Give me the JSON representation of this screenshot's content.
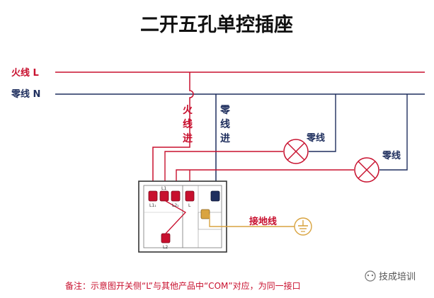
{
  "title": "二开五孔单控插座",
  "lines": {
    "live_label": "火线 L",
    "neutral_label": "零线 N"
  },
  "feeds": {
    "live_in": [
      "火",
      "线",
      "进"
    ],
    "neutral_in": [
      "零",
      "线",
      "进"
    ]
  },
  "lamps": {
    "lamp1_neutral_label": "零线",
    "lamp2_neutral_label": "零线"
  },
  "terminals": {
    "l1_label": "L1",
    "l11_label": "L1₁",
    "l21_label": "L2₁",
    "l_label": "L",
    "l2_label": "L2"
  },
  "ground_label": "接地线",
  "note": "备注：示意图开关侧“L”与其他产品中“COM”对应，为同一接口",
  "watermark": "技成培训",
  "colors": {
    "live": "#c8102e",
    "neutral": "#1f2f5e",
    "ground": "#d9a441",
    "panel": "#333333"
  }
}
